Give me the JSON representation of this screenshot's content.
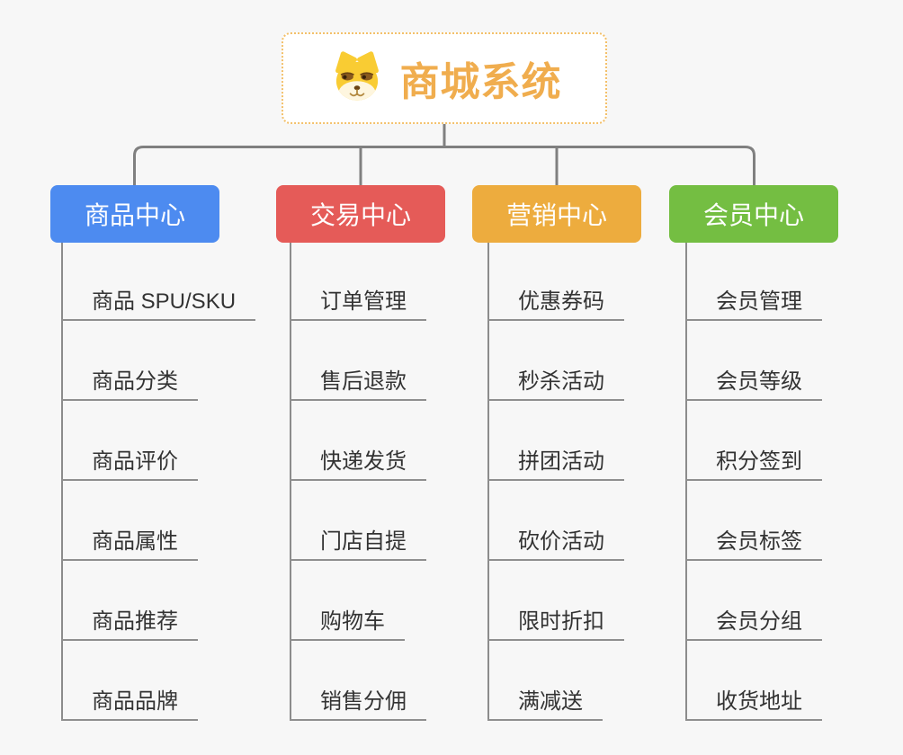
{
  "canvas": {
    "background_color": "#F7F7F7",
    "connector_color": "#808080",
    "child_line_color": "#8F8F8F",
    "child_text_color": "#333333"
  },
  "root": {
    "title": "商城系统",
    "icon": "shiba-dog-icon",
    "text_color": "#F0AD4E",
    "border_color": "#F3C06A",
    "background_color": "#FFFFFF"
  },
  "branches": [
    {
      "label": "商品中心",
      "color": "#4D8BF0",
      "children": [
        "商品 SPU/SKU",
        "商品分类",
        "商品评价",
        "商品属性",
        "商品推荐",
        "商品品牌"
      ]
    },
    {
      "label": "交易中心",
      "color": "#E55B58",
      "children": [
        "订单管理",
        "售后退款",
        "快递发货",
        "门店自提",
        "购物车",
        "销售分佣"
      ]
    },
    {
      "label": "营销中心",
      "color": "#EDAC3E",
      "children": [
        "优惠券码",
        "秒杀活动",
        "拼团活动",
        "砍价活动",
        "限时折扣",
        "满减送"
      ]
    },
    {
      "label": "会员中心",
      "color": "#74BE42",
      "children": [
        "会员管理",
        "会员等级",
        "积分签到",
        "会员标签",
        "会员分组",
        "收货地址"
      ]
    }
  ]
}
